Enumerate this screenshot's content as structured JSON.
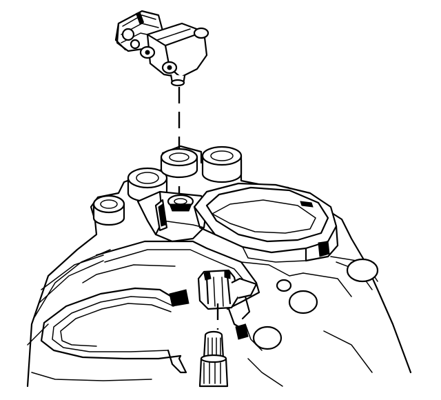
{
  "figure": {
    "style": "black-and-white line-art service illustration",
    "colors": {
      "line": "#000000",
      "background": "#ffffff"
    },
    "components": [
      "sensor-with-connector",
      "intake-manifold",
      "mounting-port",
      "lower-shaft"
    ]
  }
}
